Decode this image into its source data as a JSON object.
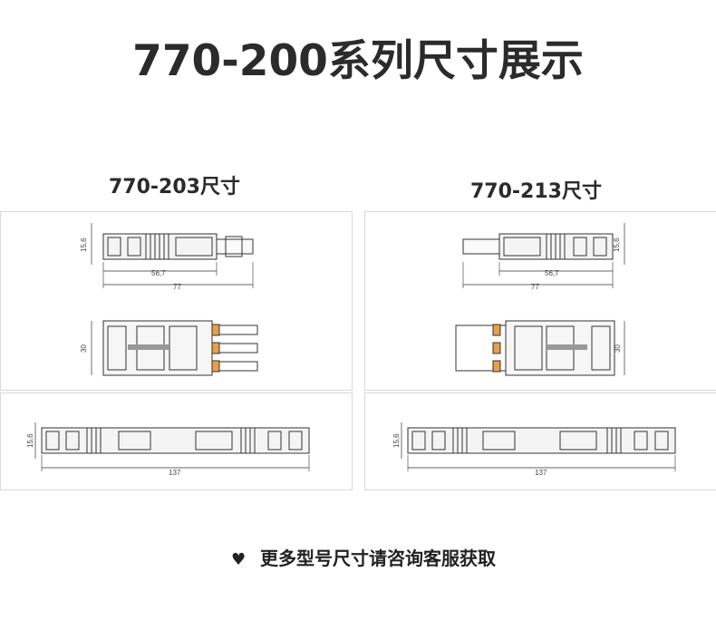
{
  "title": "770-200系列尺寸展示",
  "left": {
    "label": "770-203尺寸",
    "dims": {
      "height": "15,6",
      "inner_width": "56,7",
      "total_width": "77",
      "depth": "30",
      "long_height": "15,6",
      "long_width": "137"
    }
  },
  "right": {
    "label": "770-213尺寸",
    "dims": {
      "height": "15,6",
      "inner_width": "56,7",
      "total_width": "77",
      "depth": "30",
      "long_height": "15,6",
      "long_width": "137"
    }
  },
  "footer": {
    "heart_icon": "heart-icon",
    "text": "更多型号尺寸请咨询客服获取"
  }
}
